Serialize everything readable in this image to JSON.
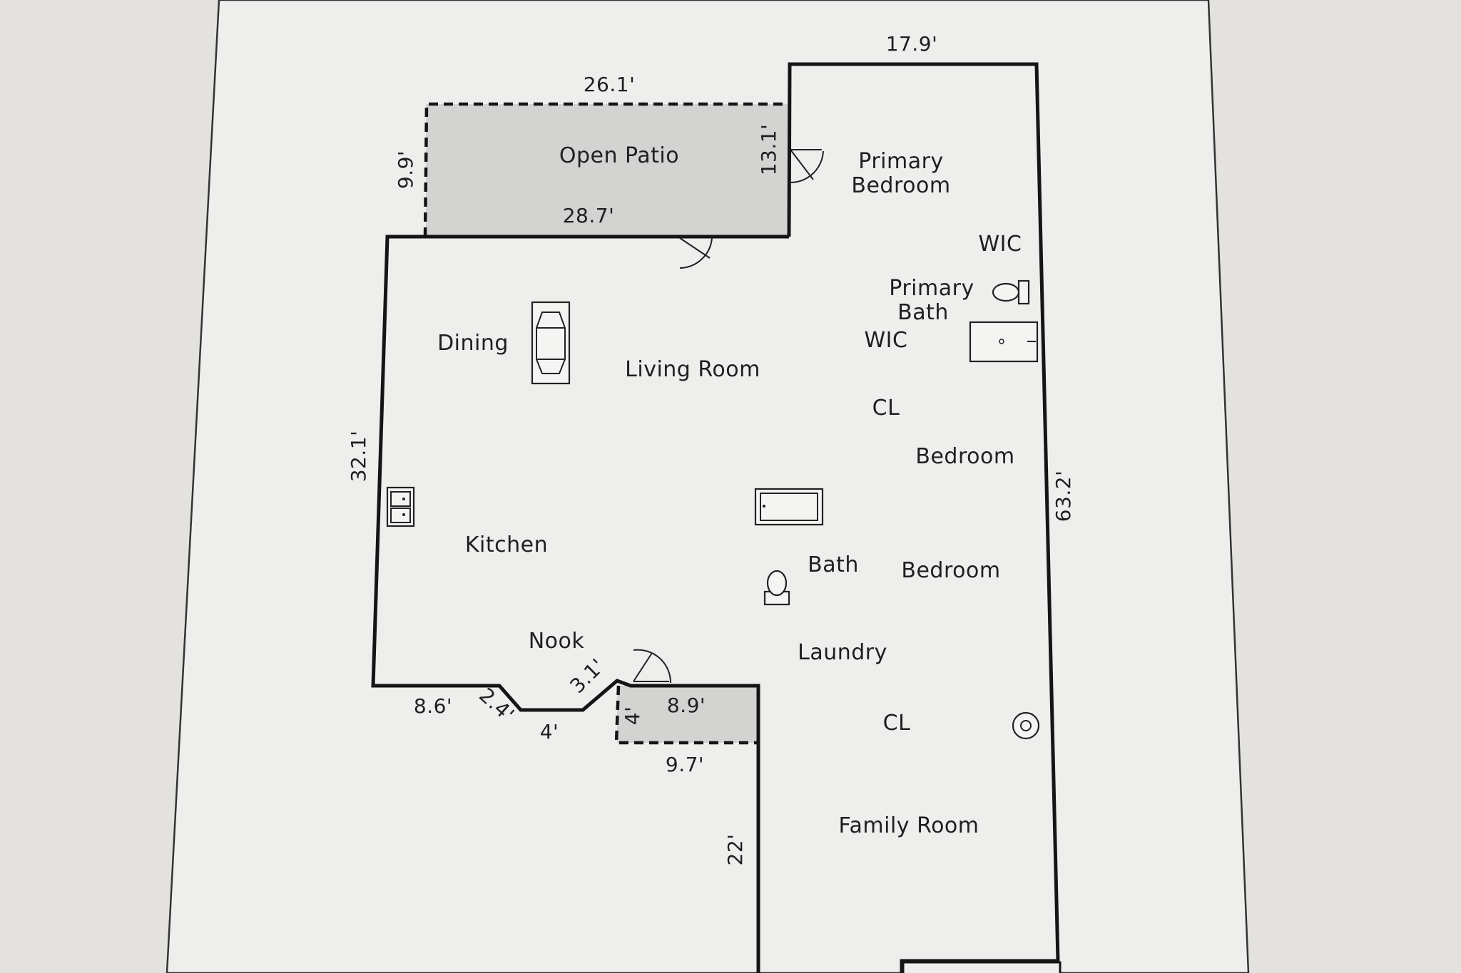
{
  "rooms": {
    "open_patio": "Open Patio",
    "primary_bedroom_1": "Primary",
    "primary_bedroom_2": "Bedroom",
    "wic_1": "WIC",
    "primary_bath_1": "Primary",
    "primary_bath_2": "Bath",
    "wic_2": "WIC",
    "dining": "Dining",
    "living_room": "Living Room",
    "cl_1": "CL",
    "bedroom_1": "Bedroom",
    "kitchen": "Kitchen",
    "bath": "Bath",
    "bedroom_2": "Bedroom",
    "nook": "Nook",
    "laundry": "Laundry",
    "cl_2": "CL",
    "family_room": "Family Room"
  },
  "dimensions": {
    "top_right_width": "17.9'",
    "patio_top": "26.1'",
    "patio_left": "9.9'",
    "patio_right": "13.1'",
    "patio_bottom": "28.7'",
    "left_wall": "32.1'",
    "right_wall": "63.2'",
    "bottom_left": "8.6'",
    "angled_1": "2.4'",
    "bottom_mid": "4'",
    "angled_2": "3.1'",
    "closet_side": "4'",
    "closet_top": "8.9'",
    "closet_bottom": "9.7'",
    "hall_wall": "22'"
  },
  "colors": {
    "paper": "#eeeeec",
    "patio_fill": "#d3d3d1",
    "wall": "#151515",
    "background": "#e6e5e1"
  }
}
